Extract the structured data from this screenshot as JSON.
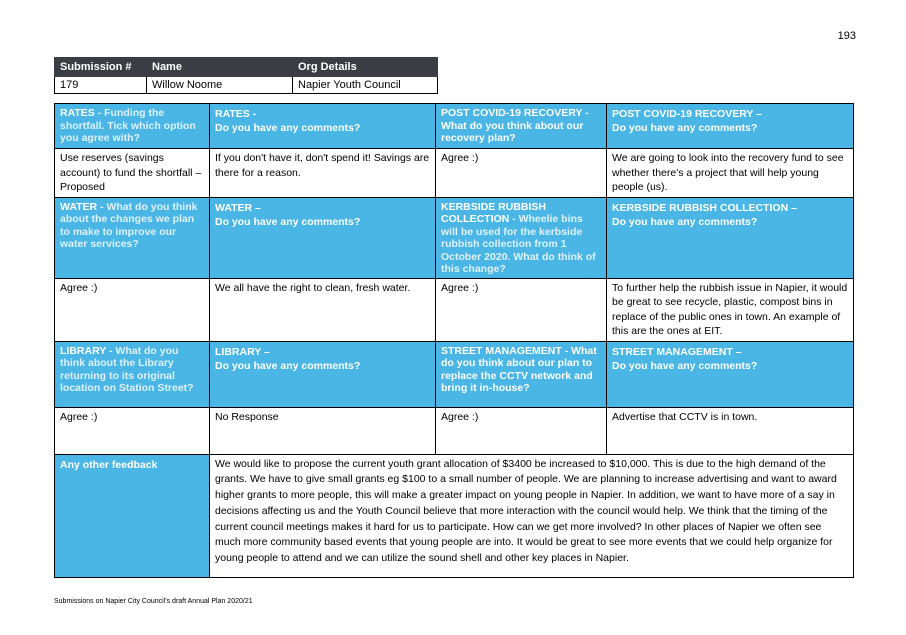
{
  "page_number": "193",
  "submission_table": {
    "headers": [
      "Submission #",
      "Name",
      "Org Details"
    ],
    "row": [
      "179",
      "Willow Noome",
      "Napier Youth Council"
    ]
  },
  "rows": {
    "rates": {
      "q1_strong": "RATES",
      "q1_rest": " - Funding the shortfall. Tick which option you agree with?",
      "q2_title": "RATES -",
      "q2_sub": "Do you have any comments?",
      "a1": "Use reserves (savings account) to fund the shortfall – Proposed",
      "a2": "If you don't have it, don't spend it! Savings are there for a reason."
    },
    "recovery": {
      "q1_strong": "POST COVID-19 RECOVERY",
      "q1_dash": " - ",
      "q1_rest": "What do you think about our recovery plan?",
      "q2_title": "POST COVID-19 RECOVERY –",
      "q2_sub": "Do you have any comments?",
      "a1": "Agree :)",
      "a2": "We are going to look into the recovery fund to see whether there's a project that will help young people (us)."
    },
    "water": {
      "q1_strong": "WATER",
      "q1_rest": " - What do you think about the changes we plan to make to improve our water services?",
      "q2_title": "WATER –",
      "q2_sub": "Do you have any comments?",
      "a1": "Agree :)",
      "a2": "We all have the right to clean, fresh water."
    },
    "rubbish": {
      "q1_strong": "KERBSIDE RUBBISH COLLECTION",
      "q1_rest": " - Wheelie bins will be used for the kerbside rubbish collection from 1 October 2020. What do think of this change?",
      "q2_title": "KERBSIDE RUBBISH COLLECTION –",
      "q2_sub": "Do you have any comments?",
      "a1": "Agree :)",
      "a2": "To further help the rubbish issue in Napier, it would be great to see recycle, plastic, compost bins in replace of the public ones in town. An example of this are the ones at EIT."
    },
    "library": {
      "q1_strong": "LIBRARY",
      "q1_rest": " - What do you think about the Library returning to its original location on Station Street?",
      "q2_title": "LIBRARY –",
      "q2_sub": "Do you have any comments?",
      "a1": "Agree :)",
      "a2": "No Response"
    },
    "street": {
      "q1_strong": "STREET MANAGEMENT",
      "q1_dash": " - ",
      "q1_rest": "What do you think about our plan to replace the CCTV network and bring it in-house?",
      "q2_title": "STREET MANAGEMENT –",
      "q2_sub": "Do you have any comments?",
      "a1": "Agree :)",
      "a2": "Advertise that CCTV is in town."
    },
    "other": {
      "label": "Any other feedback",
      "text": "We would like to propose the current youth grant allocation of $3400 be increased to $10,000. This is due to the high demand of the grants. We have to give small grants eg $100 to a small number of people. We are planning to increase advertising and want to award higher grants to more people, this will make a greater impact on young people in Napier. In addition, we want to have more of a say in decisions affecting us and the Youth Council believe that more interaction with the council would help. We think that the timing of the current council meetings makes it hard for us to participate. How can we get more involved? In other places of Napier we often see much more community based events that young people are into. It would be great to see more events that we could help organize for young people to attend and we can utilize the sound shell and other key places in Napier."
    }
  },
  "footer": "Submissions on Napier City Council's draft Annual Plan 2020/21",
  "colors": {
    "header_blue": "#49b6e6",
    "dark_header": "#3a3e44"
  }
}
